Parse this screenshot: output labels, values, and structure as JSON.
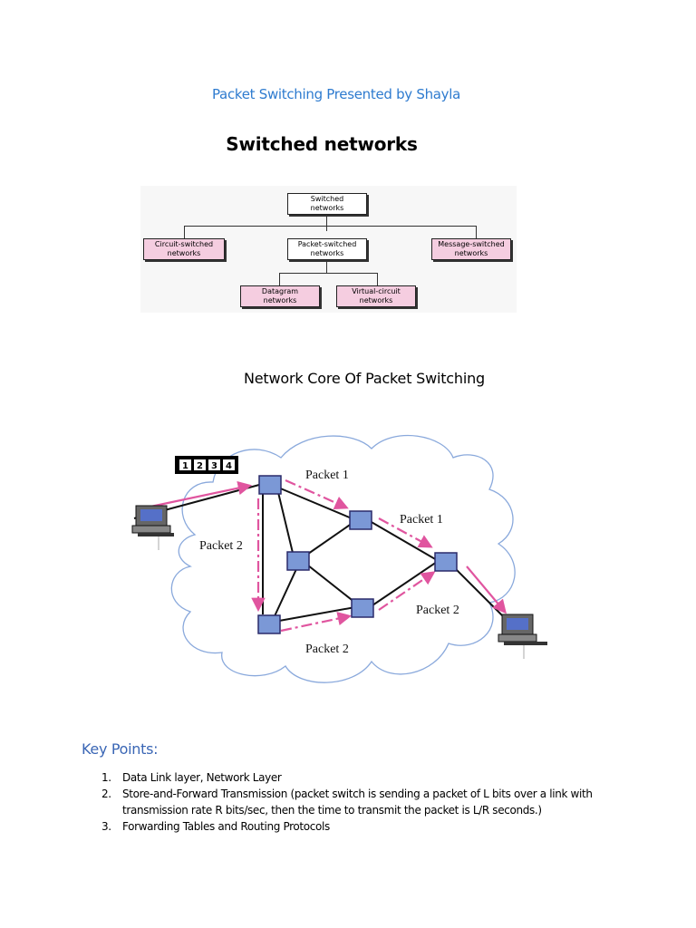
{
  "document": {
    "title": "Packet Switching Presented by Shayla"
  },
  "switched_networks": {
    "heading": "Switched networks",
    "root": [
      "Switched",
      "networks"
    ],
    "level1": [
      {
        "line1": "Circuit-switched",
        "line2": "networks"
      },
      {
        "line1": "Packet-switched",
        "line2": "networks"
      },
      {
        "line1": "Message-switched",
        "line2": "networks"
      }
    ],
    "level2": [
      {
        "line1": "Datagram",
        "line2": "networks"
      },
      {
        "line1": "Virtual-circuit",
        "line2": "networks"
      }
    ]
  },
  "network_core": {
    "heading": "Network Core Of Packet Switching",
    "packet_sequence": [
      "1",
      "2",
      "3",
      "4"
    ],
    "labels": {
      "packet1_top": "Packet 1",
      "packet1_right": "Packet 1",
      "packet2_left": "Packet 2",
      "packet2_bottom": "Packet 2",
      "packet2_right": "Packet 2"
    },
    "colors": {
      "cloud": "#8aa9dc",
      "switch_fill": "#7b98d6",
      "switch_border": "#2a2a6a",
      "arrow": "#e0559f"
    }
  },
  "key_points": {
    "heading": "Key Points:",
    "items": [
      {
        "num": "1.",
        "text": "Data Link layer, Network Layer"
      },
      {
        "num": "2.",
        "text": "Store-and-Forward Transmission (packet switch is sending a packet of L bits over a link with transmission rate R bits/sec, then the time to transmit the packet is L/R seconds.)"
      },
      {
        "num": "3.",
        "text": "Forwarding Tables and Routing Protocols"
      }
    ]
  }
}
